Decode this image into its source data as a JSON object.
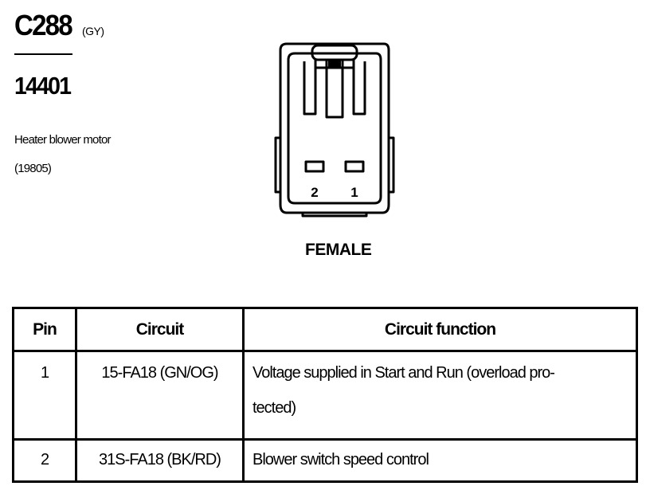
{
  "header": {
    "connector_id": "C288",
    "connector_color": "(GY)",
    "part_number": "14401",
    "description_line1": "Heater blower motor",
    "description_line2": "(19805)"
  },
  "diagram": {
    "view_label": "FEMALE",
    "pin_labels": [
      "2",
      "1"
    ]
  },
  "table": {
    "columns": [
      "Pin",
      "Circuit",
      "Circuit function"
    ],
    "rows": [
      {
        "pin": "1",
        "circuit": "15-FA18 (GN/OG)",
        "function_line1": "Voltage supplied in Start and Run (overload pro-",
        "function_line2": "tected)"
      },
      {
        "pin": "2",
        "circuit": "31S-FA18 (BK/RD)",
        "function_line1": "Blower switch speed control"
      }
    ]
  }
}
